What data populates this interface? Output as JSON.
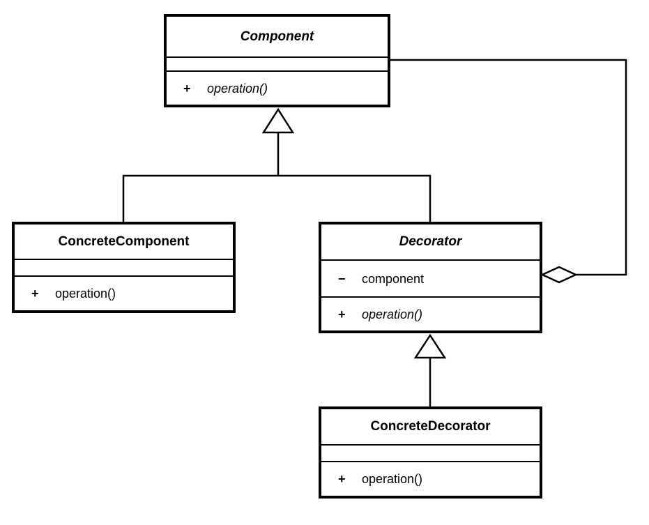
{
  "diagram": {
    "kind": "uml-class-diagram",
    "pattern": "Decorator"
  },
  "colors": {
    "background": "#ffffff",
    "line": "#000000",
    "box_fill": "#ffffff",
    "text": "#000000"
  },
  "classes": {
    "component": {
      "name": "Component",
      "abstract": true,
      "attributes": [],
      "methods": [
        {
          "visibility": "+",
          "signature": "operation()",
          "abstract": true
        }
      ]
    },
    "concrete_component": {
      "name": "ConcreteComponent",
      "abstract": false,
      "attributes": [],
      "methods": [
        {
          "visibility": "+",
          "signature": "operation()",
          "abstract": false
        }
      ]
    },
    "decorator": {
      "name": "Decorator",
      "abstract": true,
      "attributes": [
        {
          "visibility": "−",
          "signature": "component"
        }
      ],
      "methods": [
        {
          "visibility": "+",
          "signature": "operation()",
          "abstract": true
        }
      ]
    },
    "concrete_decorator": {
      "name": "ConcreteDecorator",
      "abstract": false,
      "attributes": [],
      "methods": [
        {
          "visibility": "+",
          "signature": "operation()",
          "abstract": false
        }
      ]
    }
  },
  "relations": [
    {
      "type": "generalization",
      "from": "ConcreteComponent",
      "to": "Component"
    },
    {
      "type": "generalization",
      "from": "Decorator",
      "to": "Component"
    },
    {
      "type": "generalization",
      "from": "ConcreteDecorator",
      "to": "Decorator"
    },
    {
      "type": "aggregation",
      "from": "Decorator",
      "to": "Component"
    }
  ]
}
